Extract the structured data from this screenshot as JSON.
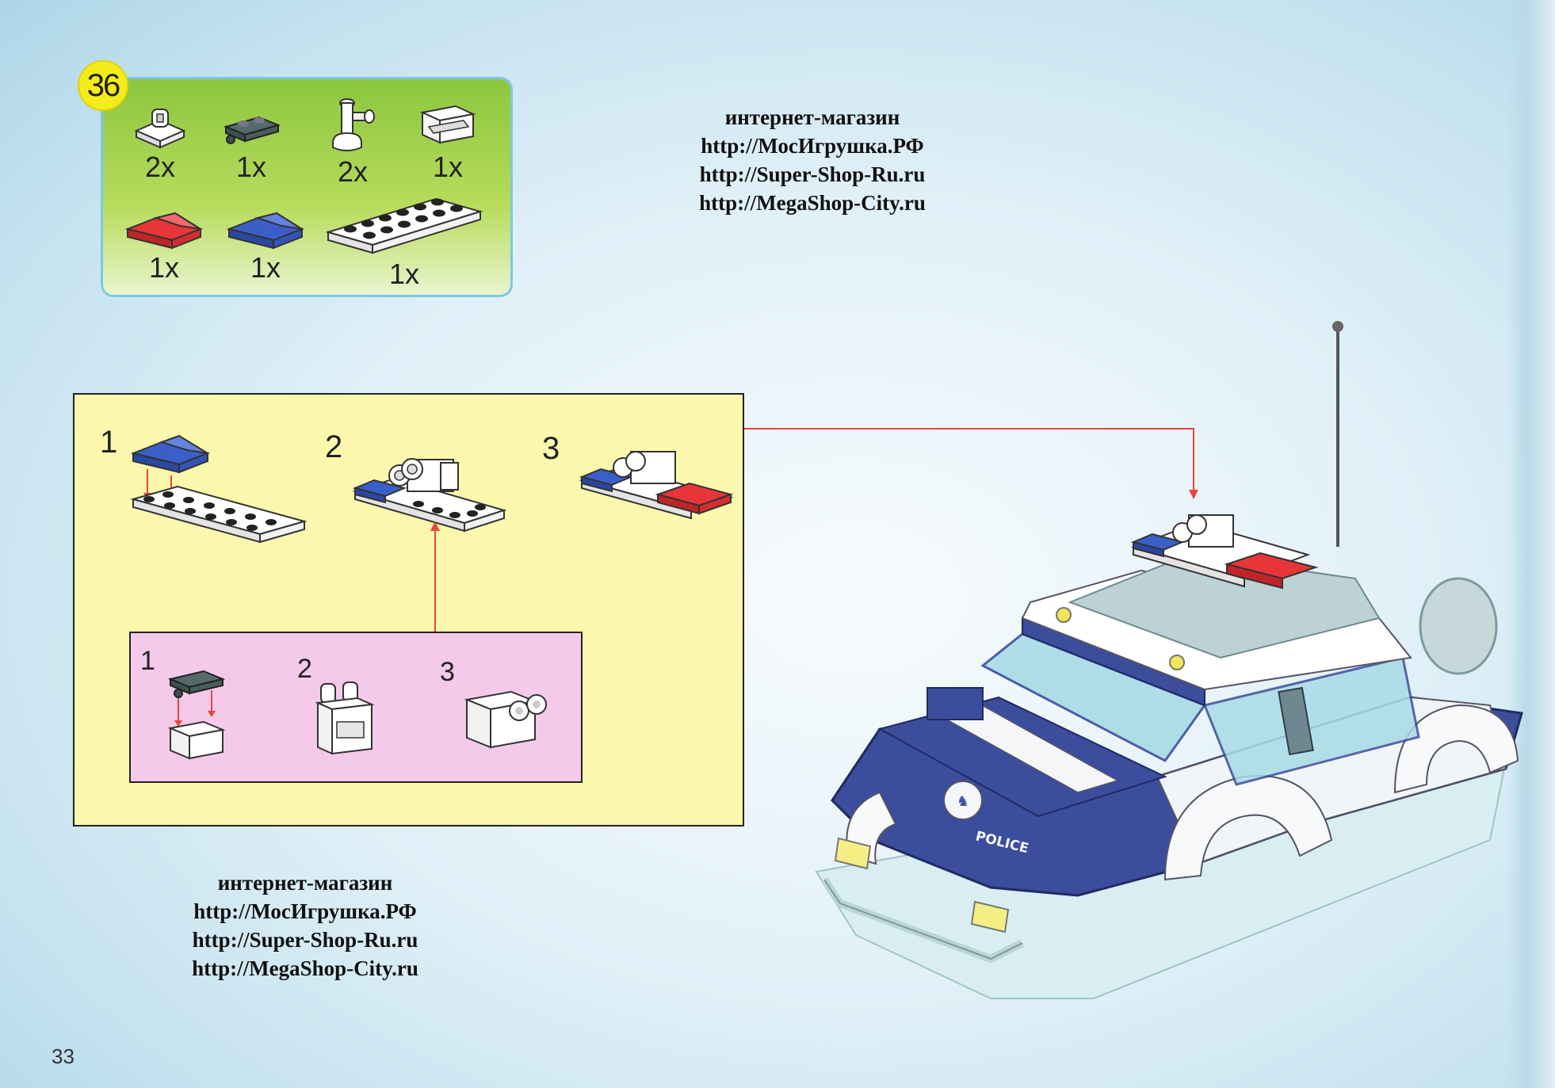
{
  "step": {
    "number": "36"
  },
  "parts": [
    {
      "qty": "2x",
      "icon": "white-clip-plate-icon"
    },
    {
      "qty": "1x",
      "icon": "dark-grey-jumper-plate-icon"
    },
    {
      "qty": "2x",
      "icon": "white-lamp-holder-icon"
    },
    {
      "qty": "1x",
      "icon": "white-bracket-icon"
    },
    {
      "qty": "1x",
      "icon": "red-slope-icon"
    },
    {
      "qty": "1x",
      "icon": "blue-slope-icon"
    },
    {
      "qty": "1x",
      "icon": "white-plate-2x6-icon"
    }
  ],
  "watermark_top": {
    "line1": "интернет-магазин",
    "line2": "http://МосИгрушка.РФ",
    "line3": "http://Super-Shop-Ru.ru",
    "line4": "http://MegaShop-City.ru"
  },
  "watermark_bottom": {
    "line1": "интернет-магазин",
    "line2": "http://МосИгрушка.РФ",
    "line3": "http://Super-Shop-Ru.ru",
    "line4": "http://MegaShop-City.ru"
  },
  "substeps": {
    "s1": "1",
    "s2": "2",
    "s3": "3"
  },
  "subsubsteps": {
    "s1": "1",
    "s2": "2",
    "s3": "3"
  },
  "vehicle_label": "POLICE",
  "page_number": "33",
  "colors": {
    "parts_green": "#8cc63f",
    "panel_yellow": "#fbf8ad",
    "panel_pink": "#f4c9ea",
    "arrow_red": "#e8453c",
    "brick_blue": "#3b5fc9",
    "brick_red": "#e8353a",
    "car_blue": "#3c4d9c"
  }
}
